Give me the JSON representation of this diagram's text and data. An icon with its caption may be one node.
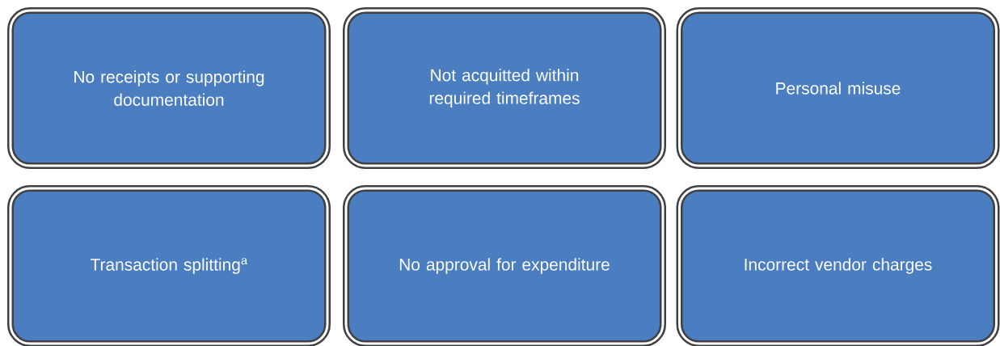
{
  "diagram": {
    "nodes": [
      {
        "text": [
          "No receipts or supporting documentation"
        ]
      },
      {
        "text": [
          "Not acquitted within required timeframes"
        ]
      },
      {
        "text": [
          "Personal misuse"
        ]
      },
      {
        "text": [
          "Transaction splitting$^{a}$"
        ]
      },
      {
        "text": [
          "No approval for expenditure"
        ]
      },
      {
        "text": [
          "Incorrect vendor charges"
        ]
      }
    ]
  }
}
